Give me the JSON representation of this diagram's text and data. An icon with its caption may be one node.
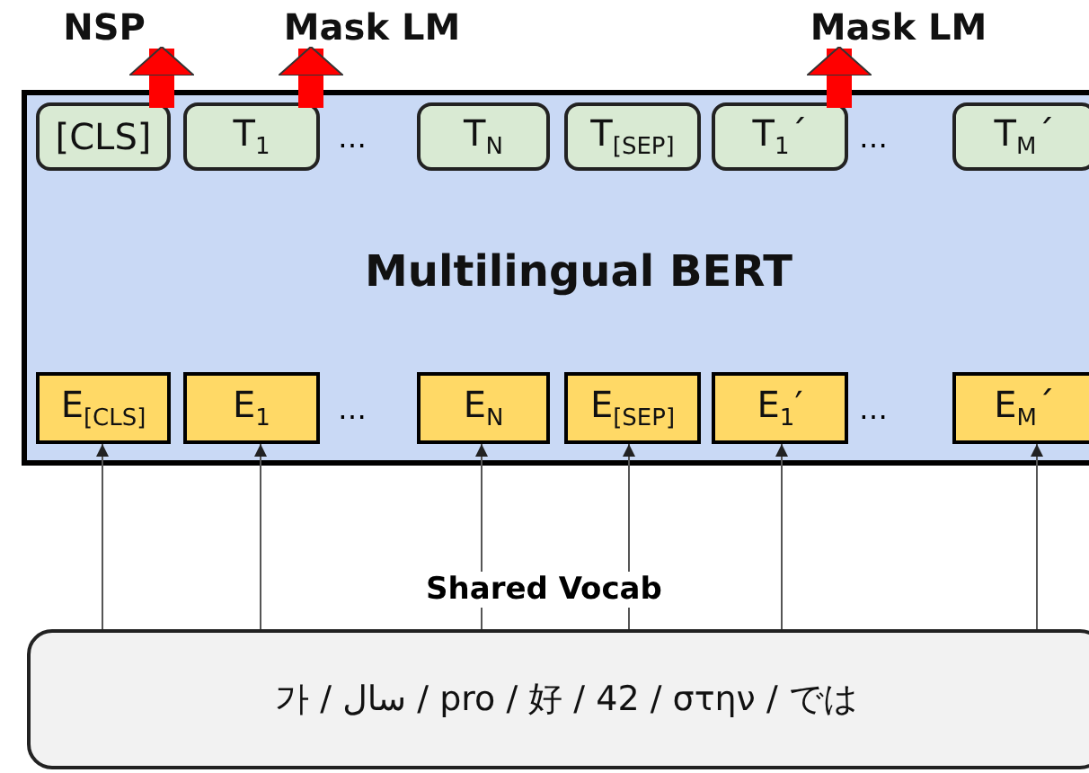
{
  "diagram": {
    "nodes": [
      {
        "text": [
          "Multilingual BERT"
        ]
      },
      {
        "text": [
          "[CLS]"
        ],
        "in": 0
      },
      {
        "text": [
          "T$_{1}$"
        ],
        "in": 0
      },
      {
        "text": [
          "T$_{N}$"
        ],
        "in": 0
      },
      {
        "text": [
          "T$_{[SEP]}$"
        ],
        "in": 0
      },
      {
        "text": [
          "T$_{1}$´"
        ],
        "in": 0
      },
      {
        "text": [
          "T$_{M}$´"
        ],
        "in": 0
      },
      {
        "text": [
          "E$_{[CLS]}$"
        ],
        "in": 0
      },
      {
        "text": [
          "E$_{1}$"
        ],
        "in": 0
      },
      {
        "text": [
          "E$_{N}$"
        ],
        "in": 0
      },
      {
        "text": [
          "E$_{[SEP]}$"
        ],
        "in": 0
      },
      {
        "text": [
          "E$_{1}$′"
        ],
        "in": 0
      },
      {
        "text": [
          "E$_{M}$´"
        ],
        "in": 0
      },
      {
        "text": [
          "가 / سال / pro / 好 / 42 /  στην / では"
        ]
      },
      {
        "text": [
          "NSP"
        ]
      },
      {
        "text": [
          "Mask LM"
        ]
      },
      {
        "text": [
          "Mask LM"
        ]
      }
    ],
    "edges": [
      {
        "from": 1,
        "to": 14,
        "arrow": "to",
        "style": "thick",
        "color": "#ff0000"
      },
      {
        "from": 2,
        "to": 15,
        "arrow": "to",
        "style": "thick",
        "color": "#ff0000"
      },
      {
        "from": 5,
        "to": 16,
        "arrow": "to",
        "style": "thick",
        "color": "#ff0000"
      },
      {
        "from": 13,
        "to": 7,
        "arrow": "to"
      },
      {
        "from": 13,
        "to": 8,
        "arrow": "to"
      },
      {
        "from": 13,
        "to": 9,
        "arrow": "to"
      },
      {
        "from": 13,
        "to": 10,
        "arrow": "to"
      },
      {
        "from": 13,
        "to": 11,
        "arrow": "to"
      },
      {
        "from": 13,
        "to": 12,
        "arrow": "to"
      }
    ],
    "labels": [
      "…",
      "…",
      "…",
      "…",
      "Shared Vocab"
    ]
  }
}
